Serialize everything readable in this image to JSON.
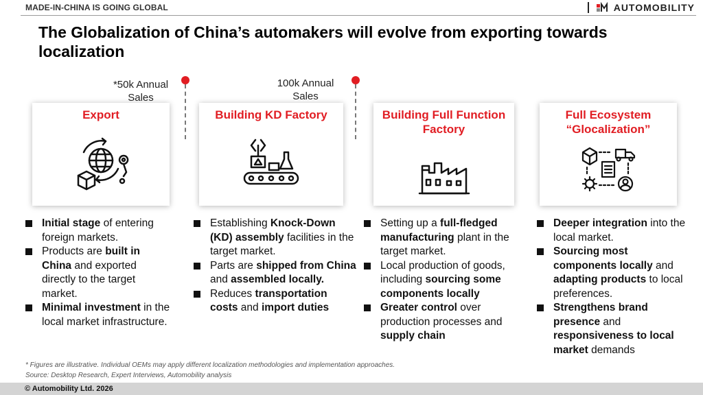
{
  "header": {
    "tag": "MADE-IN-CHINA IS GOING GLOBAL",
    "brand": "AUTOMOBILITY"
  },
  "title": "The Globalization of China’s automakers will evolve from exporting towards localization",
  "milestones": [
    "*50k Annual Sales",
    "100k Annual Sales"
  ],
  "stages": [
    {
      "title": "Export",
      "icon": "globe-export-icon",
      "bullets": [
        [
          {
            "t": "Initial stage",
            "b": true
          },
          {
            "t": " of entering foreign markets.",
            "b": false
          }
        ],
        [
          {
            "t": "Products are ",
            "b": false
          },
          {
            "t": "built in China",
            "b": true
          },
          {
            "t": " and exported directly to the target market.",
            "b": false
          }
        ],
        [
          {
            "t": "Minimal investment",
            "b": true
          },
          {
            "t": " in the local market infrastructure.",
            "b": false
          }
        ]
      ]
    },
    {
      "title": "Building KD Factory",
      "icon": "assembly-line-icon",
      "bullets": [
        [
          {
            "t": "Establishing ",
            "b": false
          },
          {
            "t": "Knock-Down (KD) assembly",
            "b": true
          },
          {
            "t": " facilities in the target market.",
            "b": false
          }
        ],
        [
          {
            "t": "Parts are ",
            "b": false
          },
          {
            "t": "shipped from China",
            "b": true
          },
          {
            "t": " and ",
            "b": false
          },
          {
            "t": "assembled locally.",
            "b": true
          }
        ],
        [
          {
            "t": "Reduces ",
            "b": false
          },
          {
            "t": "transportation costs",
            "b": true
          },
          {
            "t": " and ",
            "b": false
          },
          {
            "t": "import duties",
            "b": true
          }
        ]
      ]
    },
    {
      "title": "Building Full Function Factory",
      "icon": "factory-icon",
      "bullets": [
        [
          {
            "t": "Setting up a ",
            "b": false
          },
          {
            "t": "full-fledged manufacturing",
            "b": true
          },
          {
            "t": " plant in the target market.",
            "b": false
          }
        ],
        [
          {
            "t": "Local production of goods, including ",
            "b": false
          },
          {
            "t": "sourcing some components locally",
            "b": true
          }
        ],
        [
          {
            "t": "Greater control",
            "b": true
          },
          {
            "t": " over production processes and ",
            "b": false
          },
          {
            "t": "supply chain",
            "b": true
          }
        ]
      ]
    },
    {
      "title": "Full Ecosystem “Glocalization”",
      "icon": "ecosystem-icon",
      "bullets": [
        [
          {
            "t": "Deeper integration",
            "b": true
          },
          {
            "t": " into the local market.",
            "b": false
          }
        ],
        [
          {
            "t": "Sourcing most components locally",
            "b": true
          },
          {
            "t": " and ",
            "b": false
          },
          {
            "t": "adapting products",
            "b": true
          },
          {
            "t": " to local preferences.",
            "b": false
          }
        ],
        [
          {
            "t": "Strengthens brand presence",
            "b": true
          },
          {
            "t": " and ",
            "b": false
          },
          {
            "t": "responsiveness to local market",
            "b": true
          },
          {
            "t": " demands",
            "b": false
          }
        ]
      ]
    }
  ],
  "footnote": {
    "line1": "* Figures are illustrative. Individual OEMs may apply different localization methodologies and implementation approaches.",
    "line2": "Source: Desktop Research, Expert Interviews, Automobility analysis"
  },
  "footer": {
    "copyright": "© Automobility Ltd. 2026"
  },
  "colors": {
    "accent": "#e11d23",
    "footer_bg": "#d4d4d4"
  }
}
